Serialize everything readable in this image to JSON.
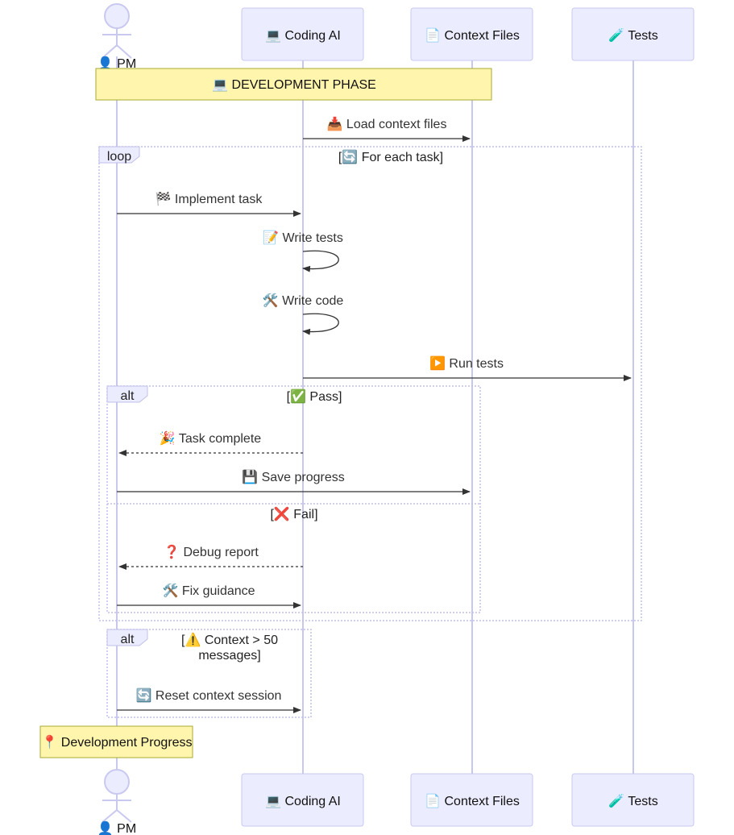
{
  "participants": {
    "pm": "👤 PM",
    "coding_ai": "💻 Coding AI",
    "context_files": "📄 Context Files",
    "tests": "🧪 Tests"
  },
  "notes": {
    "development_phase": "💻 DEVELOPMENT PHASE",
    "development_progress": "📍 Development Progress"
  },
  "messages": {
    "load_context": "📥 Load context files",
    "implement_task": "🏁 Implement task",
    "write_tests": "📝 Write tests",
    "write_code": "🛠️ Write code",
    "run_tests": "▶️ Run tests",
    "task_complete": "🎉 Task complete",
    "save_progress": "💾 Save progress",
    "debug_report": "❓ Debug report",
    "fix_guidance": "🛠️ Fix guidance",
    "reset_context": "🔄 Reset context session"
  },
  "frames": {
    "loop_label": "loop",
    "loop_condition": "[🔄 For each task]",
    "alt1_label": "alt",
    "alt1_condition": "[✅ Pass]",
    "alt1_else_condition": "[❌ Fail]",
    "alt2_label": "alt",
    "alt2_condition_line1": "[⚠️ Context > 50",
    "alt2_condition_line2": "messages]"
  },
  "colors": {
    "actor_fill": "#ECECFF",
    "actor_border": "#C9C9F0",
    "note_fill": "#FFF5AD",
    "note_border": "#AAAA33",
    "line": "#333333"
  }
}
